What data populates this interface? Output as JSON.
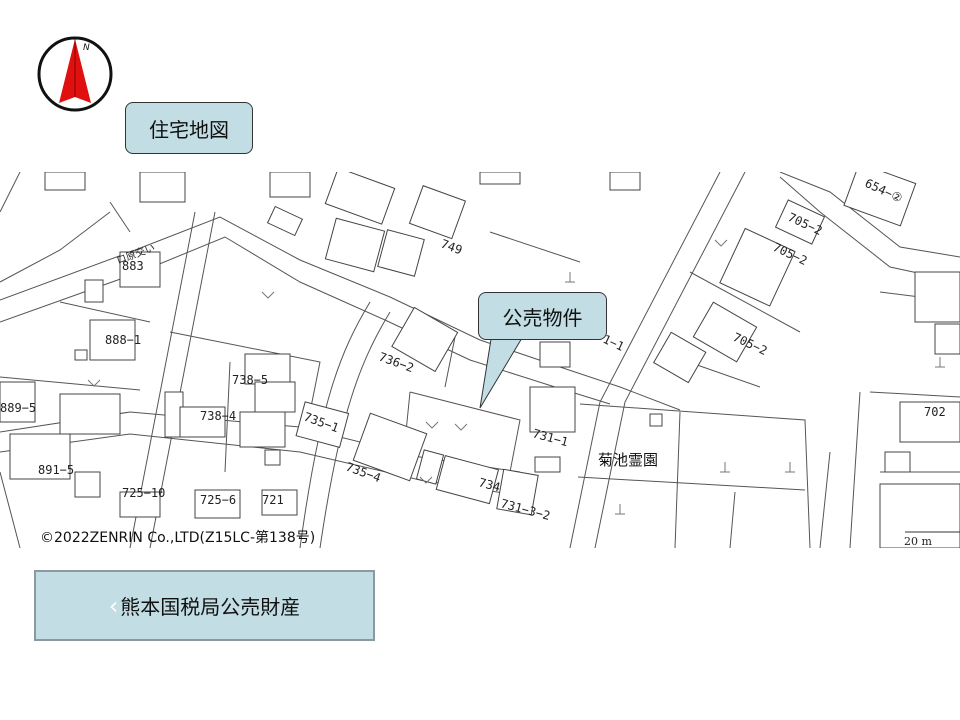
{
  "compass": {
    "north_label": "N",
    "arrow_color": "#e01010"
  },
  "title_box": {
    "label": "住宅地図"
  },
  "callout": {
    "label": "公売物件"
  },
  "copyright": {
    "text": "©2022ZENRIN Co.,LTD(Z15LC-第138号)"
  },
  "nav": {
    "icon": "chevron-left-icon",
    "label": "熊本国税局公売財産"
  },
  "map": {
    "scale_label": "20 m",
    "landmark": "菊池霊園",
    "road_label": "ロ原交い",
    "lot_labels": [
      "883",
      "888−1",
      "889−5",
      "891−5",
      "738−5",
      "738−4",
      "735−1",
      "735−4",
      "736−2",
      "749",
      "731−1",
      "731−3−2",
      "734",
      "725−10",
      "725−6",
      "721",
      "705−2",
      "705−2",
      "705−2",
      "702",
      "654−②",
      "1−1"
    ]
  },
  "colors": {
    "box_fill": "#c2dde3",
    "map_line": "#555555"
  }
}
